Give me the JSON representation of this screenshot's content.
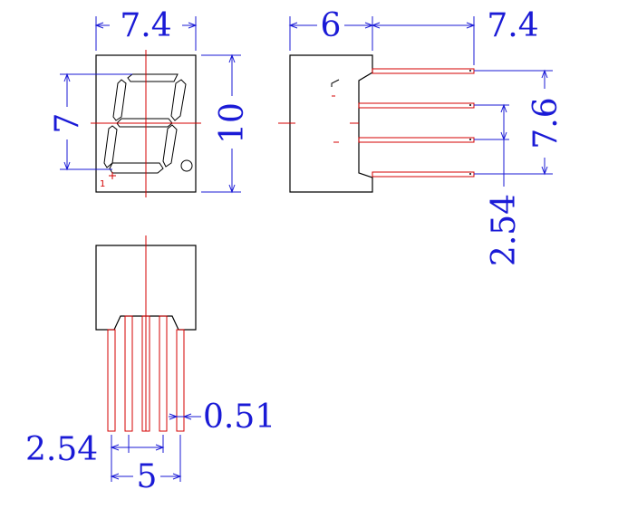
{
  "dimensions": {
    "front_width": "7.4",
    "front_height": "10",
    "digit_height": "7",
    "side_depth": "6",
    "side_pin_extent": "7.4",
    "side_pin_span": "7.6",
    "side_pin_pitch": "2.54",
    "bottom_pin_width": "0.51",
    "bottom_pin_pitch": "2.54",
    "bottom_row_span": "5"
  },
  "pin1_label": "1",
  "colors": {
    "dimension": "#1a1ad6",
    "center_and_pins": "#d40000",
    "outline": "#000000"
  }
}
